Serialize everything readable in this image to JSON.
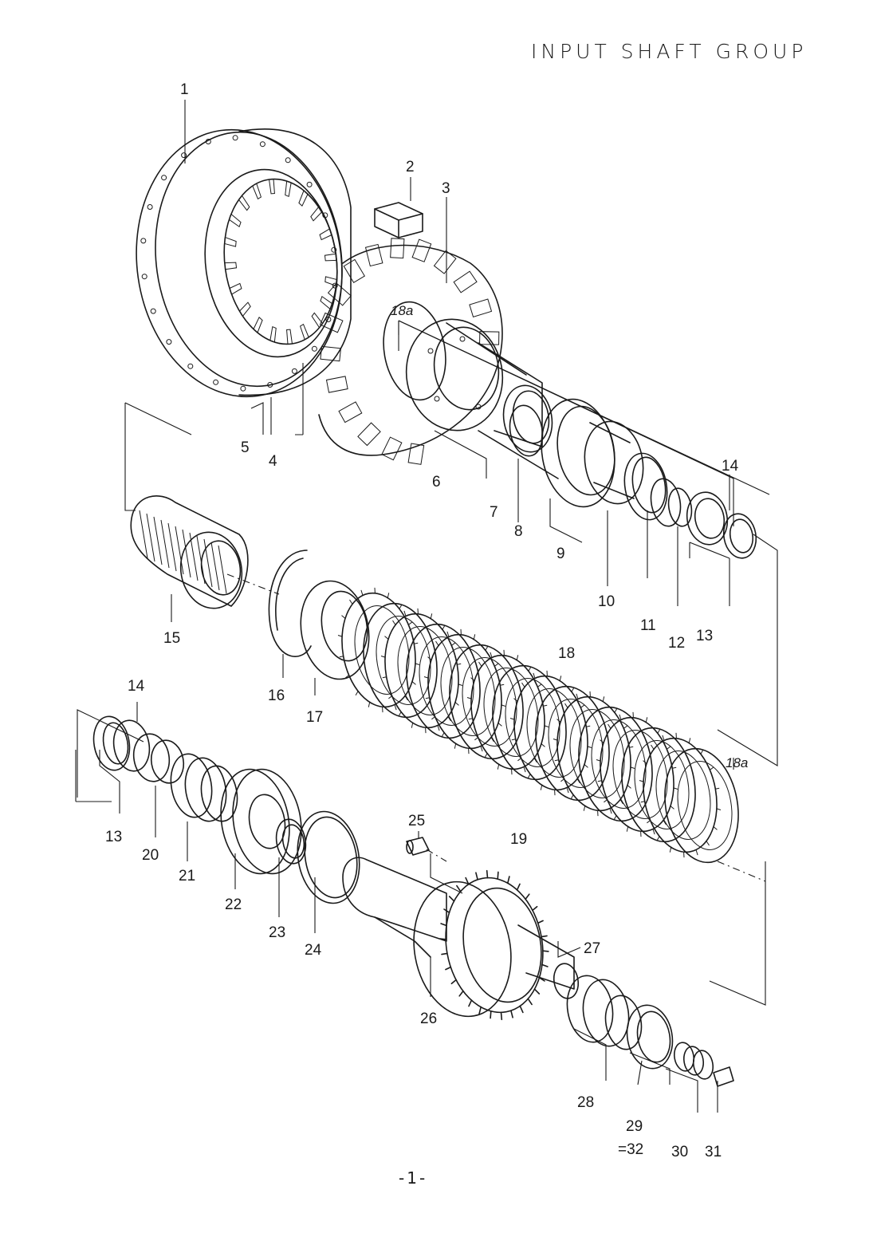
{
  "title": "INPUT SHAFT GROUP",
  "page_number": "-1-",
  "callouts": {
    "c1": "1",
    "c2": "2",
    "c3": "3",
    "c4": "4",
    "c5": "5",
    "c6": "6",
    "c7": "7",
    "c8": "8",
    "c9": "9",
    "c10": "10",
    "c11": "11",
    "c12": "12",
    "c13a": "13",
    "c13b": "13",
    "c14a": "14",
    "c14b": "14",
    "c15": "15",
    "c16": "16",
    "c17": "17",
    "c18": "18",
    "c18a1": "18a",
    "c18a2": "18a",
    "c19": "19",
    "c20": "20",
    "c21": "21",
    "c22": "22",
    "c23": "23",
    "c24": "24",
    "c25": "25",
    "c26": "26",
    "c27": "27",
    "c28": "28",
    "c29": "29",
    "c29b": "=32",
    "c30": "30",
    "c31": "31"
  }
}
